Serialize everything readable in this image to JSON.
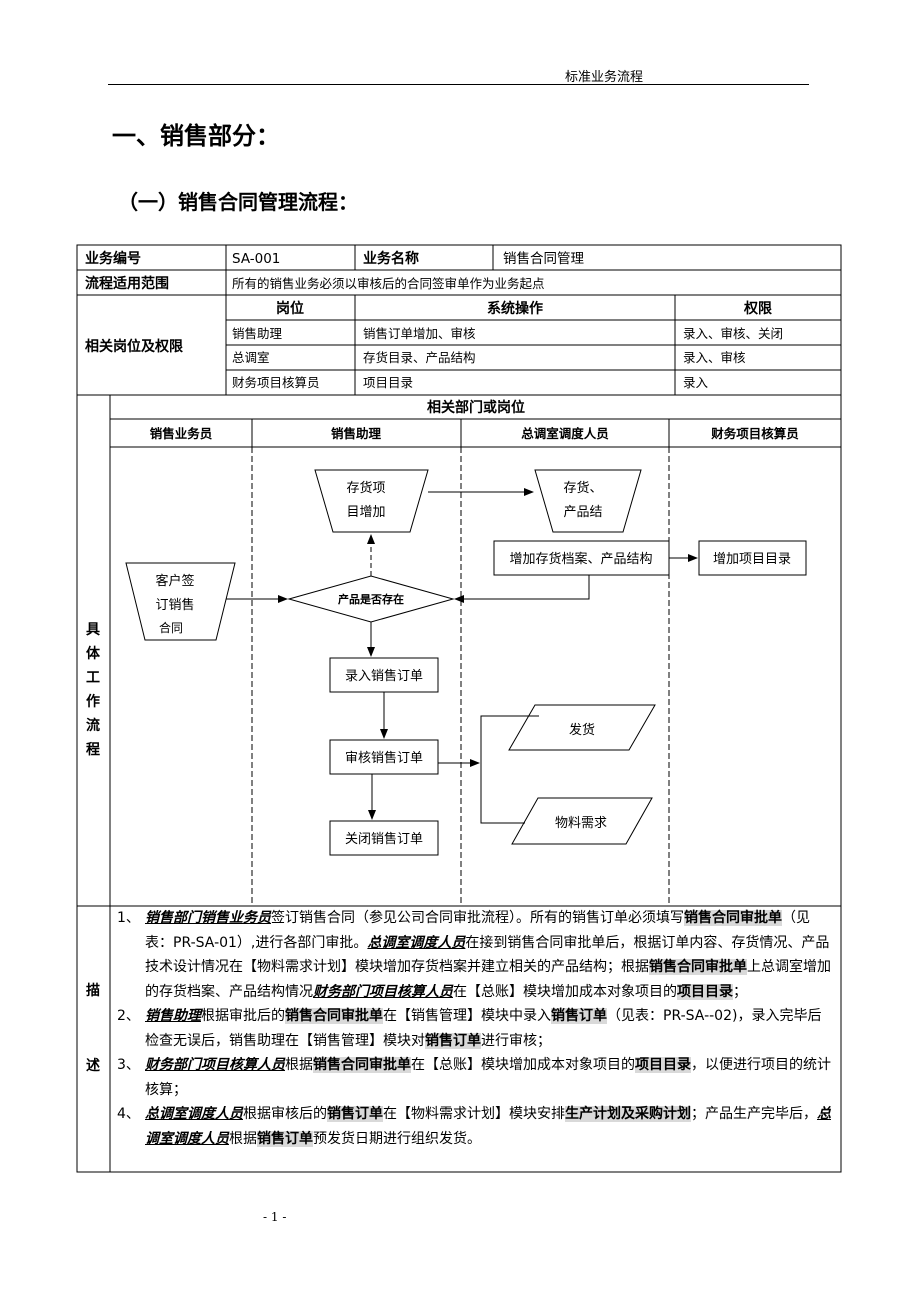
{
  "header": {
    "text": "标准业务流程"
  },
  "heading1": "一、销售部分：",
  "heading2": "（一）销售合同管理流程：",
  "info": {
    "biz_no_label": "业务编号",
    "biz_no": "SA-001",
    "biz_name_label": "业务名称",
    "biz_name": "销售合同管理",
    "scope_label": "流程适用范围",
    "scope": "所有的销售业务必须以审核后的合同签审单作为业务起点",
    "roles_label": "相关岗位及权限",
    "roles_headers": [
      "岗位",
      "系统操作",
      "权限"
    ],
    "roles_rows": [
      [
        "销售助理",
        "销售订单增加、审核",
        "录入、审核、关闭"
      ],
      [
        "总调室",
        "存货目录、产品结构",
        "录入、审核"
      ],
      [
        "财务项目核算员",
        "项目目录",
        "录入"
      ]
    ]
  },
  "flow": {
    "side_label": [
      "具",
      "体",
      "工",
      "作",
      "流",
      "程"
    ],
    "dept_header": "相关部门或岗位",
    "lanes": [
      "销售业务员",
      "销售助理",
      "总调室调度人员",
      "财务项目核算员"
    ],
    "nodes": {
      "customer_l1": "客户签",
      "customer_l2": "订销售",
      "customer_l3": "合同",
      "inv_add_l1": "存货项",
      "inv_add_l2": "目增加",
      "inv_prod_l1": "存货、",
      "inv_prod_l2": "产品结",
      "add_archive": "增加存货档案、产品结构",
      "add_project": "增加项目目录",
      "decision": "产品是否存在",
      "enter_order": "录入销售订单",
      "audit_order": "审核销售订单",
      "close_order": "关闭销售订单",
      "ship": "发货",
      "material": "物料需求"
    }
  },
  "description": {
    "side_label": [
      "描",
      "述"
    ],
    "items": [
      {
        "num": "1、",
        "role1": "销售部门销售业务员",
        "t1": "签订销售合同（参见公司合同审批流程）。所有的销售订单必须填写",
        "hl1": "销售合同审批单",
        "t2": "（见表：PR-SA-01）,进行各部门审批。",
        "role2": "总调室调度人员",
        "t3": "在接到销售合同审批单后，根据订单内容、存货情况、产品技术设计情况在【物料需求计划】模块增加存货档案并建立相关的产品结构；根据",
        "hl2": "销售合同审批单",
        "t4": "上总调室增加的存货档案、产品结构情况",
        "role3": "财务部门项目核算人员",
        "t5": "在【总账】模块增加成本对象项目的",
        "hl3": "项目目录",
        "t6": "；"
      },
      {
        "num": "2、",
        "role1": "销售助理",
        "t1": "根据审批后的",
        "hl1": "销售合同审批单",
        "t2": "在【销售管理】模块中录入",
        "hl2": "销售订单",
        "t3": "（见表：PR-SA--02)，录入完毕后检查无误后，销售助理在【销售管理】模块对",
        "hl3": "销售订单",
        "t4": "进行审核；"
      },
      {
        "num": "3、",
        "role1": "财务部门项目核算人员",
        "t1": "根据",
        "hl1": "销售合同审批单",
        "t2": "在【总账】模块增加成本对象项目的",
        "hl2": "项目目录",
        "t3": "，以便进行项目的统计核算；"
      },
      {
        "num": "4、",
        "role1": "总调室调度人员",
        "t1": "根据审核后的",
        "hl1": "销售订单",
        "t2": "在【物料需求计划】模块安排",
        "hl2": "生产计划及采购计划",
        "t3": "；产品生产完毕后，",
        "role2": "总调室调度人员",
        "t4": "根据",
        "hl3": "销售订单",
        "t5": "预发货日期进行组织发货。"
      }
    ]
  },
  "footer": {
    "page": "- 1 -"
  }
}
